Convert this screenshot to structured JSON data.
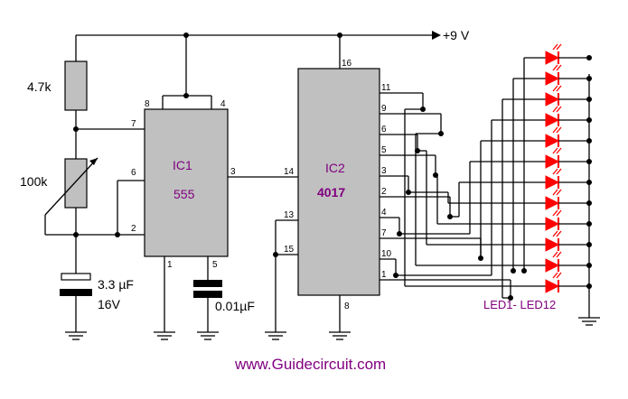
{
  "supply_label": "+9 V",
  "ic1": {
    "name": "IC1",
    "part": "555",
    "pins": {
      "p8": "8",
      "p4": "4",
      "p7": "7",
      "p6": "6",
      "p2": "2",
      "p3": "3",
      "p1": "1",
      "p5": "5"
    }
  },
  "ic2": {
    "name": "IC2",
    "part": "4017",
    "pins": {
      "p16": "16",
      "p14": "14",
      "p13": "13",
      "p15": "15",
      "p8": "8",
      "out": [
        "11",
        "9",
        "6",
        "5",
        "3",
        "2",
        "4",
        "7",
        "10",
        "1"
      ]
    }
  },
  "components": {
    "r1": "4.7k",
    "pot": "100k",
    "c1_value": "3.3 µF",
    "c1_voltage": "16V",
    "c2": "0.01µF"
  },
  "led_label": "LED1- LED12",
  "website": "www.Guidecircuit.com",
  "colors": {
    "ic_fill": "#c0c0c0",
    "led": "#ff0000",
    "text_accent": "#800080",
    "website": "#800080"
  }
}
